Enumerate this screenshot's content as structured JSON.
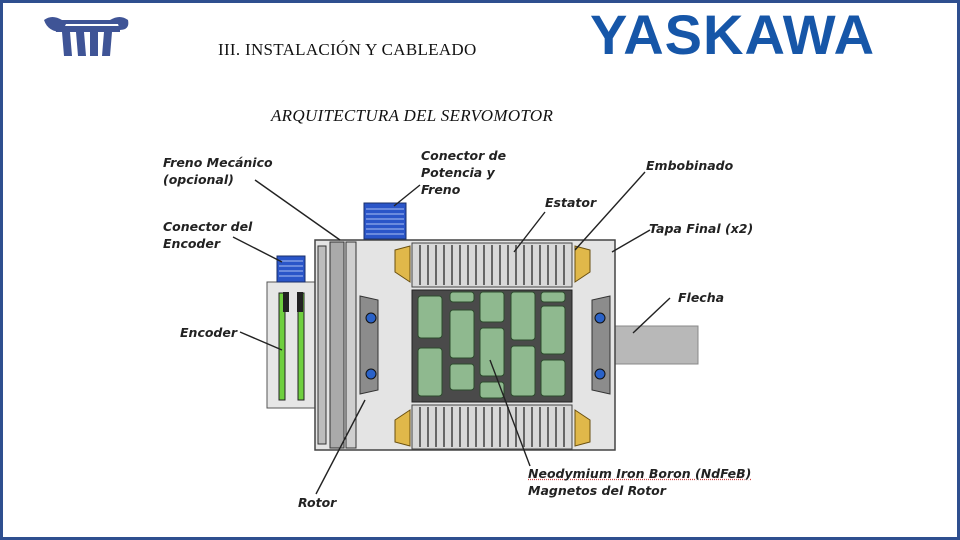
{
  "header": {
    "title": "III. INSTALACIÓN Y CABLEADO",
    "subtitle": "ARQUITECTURA DEL SERVOMOTOR",
    "brand": "YASKAWA",
    "brand_color": "#1656a8",
    "frame_color": "#2f4f8f"
  },
  "labels": {
    "freno_1": "Freno Mecánico",
    "freno_2": "(opcional)",
    "conector_encoder_1": "Conector del",
    "conector_encoder_2": "Encoder",
    "encoder": "Encoder",
    "conector_potencia_1": "Conector de",
    "conector_potencia_2": "Potencia y",
    "conector_potencia_3": "Freno",
    "estator": "Estator",
    "embobinado": "Embobinado",
    "tapa_final": "Tapa Final (x2)",
    "flecha": "Flecha",
    "rotor": "Rotor",
    "imanes_1": "Neodymium Iron Boron (NdFeB)",
    "imanes_2": "Magnetos del Rotor"
  },
  "icons": [
    "columns-logo-icon"
  ]
}
